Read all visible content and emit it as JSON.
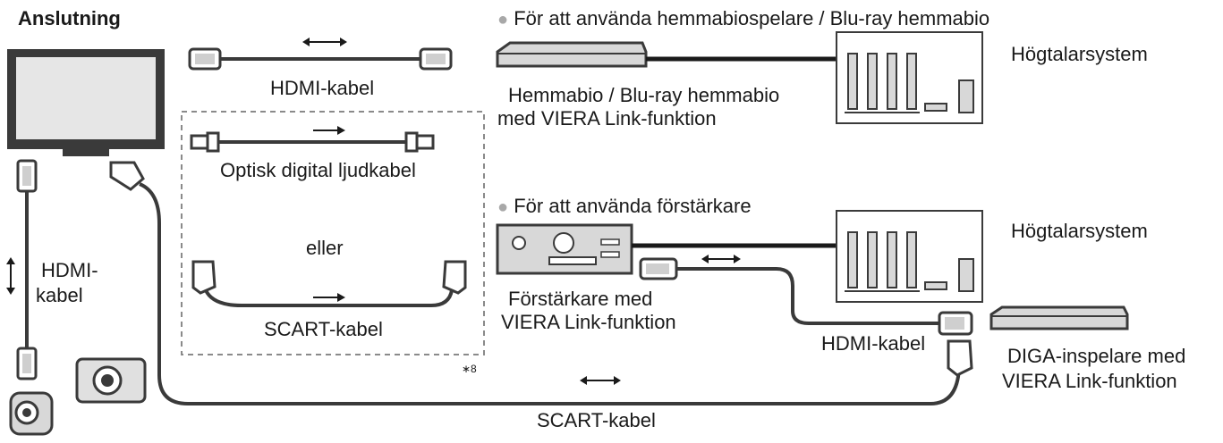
{
  "title": "Anslutning",
  "sections": {
    "home_theater": {
      "heading": "För att använda hemmabiospelare / Blu-ray hemmabio",
      "speaker_label": "Högtalarsystem",
      "device_line1": "Hemmabio / Blu-ray hemmabio",
      "device_line2": "med VIERA Link-funktion"
    },
    "amplifier": {
      "heading": "För att använda förstärkare",
      "speaker_label": "Högtalarsystem",
      "device_line1": "Förstärkare med",
      "device_line2": "VIERA Link-funktion"
    }
  },
  "cables": {
    "hdmi_top": "HDMI-kabel",
    "optical": "Optisk digital ljudkabel",
    "or": "eller",
    "scart_box": "SCART-kabel",
    "hdmi_left_line1": "HDMI-",
    "hdmi_left_line2": "kabel",
    "hdmi_diga": "HDMI-kabel",
    "scart_bottom": "SCART-kabel"
  },
  "diga": {
    "line1": "DIGA-inspelare med",
    "line2": "VIERA Link-funktion"
  },
  "footnote": "∗8",
  "colors": {
    "line": "#3a3a3a",
    "device_fill": "#d8d8d8",
    "screen": "#e6e6e6"
  }
}
